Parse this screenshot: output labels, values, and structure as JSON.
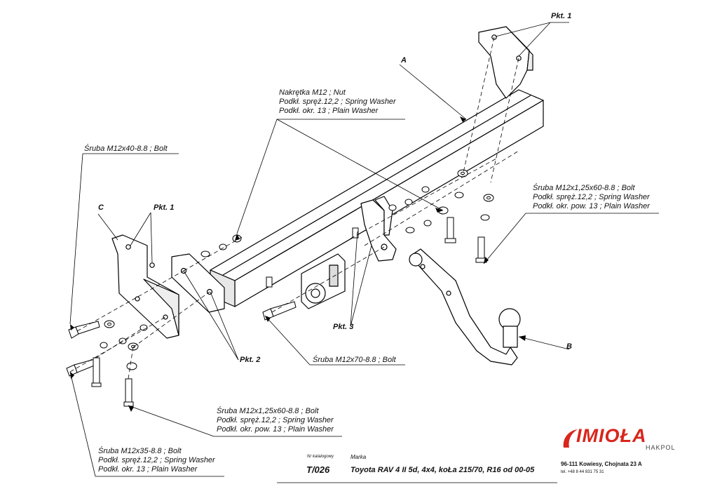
{
  "labels": {
    "pkt1_top": "Pkt. 1",
    "pkt1_left": "Pkt. 1",
    "pkt2": "Pkt. 2",
    "pkt3": "Pkt. 3",
    "A": "A",
    "B": "B",
    "C": "C"
  },
  "callouts": {
    "nut": [
      "Nakrętka  M12 ; Nut",
      "Podkł. spręż.12,2 ; Spring Washer",
      "Podkł. okr. 13 ; Plain Washer"
    ],
    "bolt40": [
      "Śruba M12x40-8.8 ;  Bolt"
    ],
    "bolt60_right": [
      "Śruba M12x1,25x60-8.8 ;  Bolt",
      "Podkł. spręż.12,2 ; Spring Washer",
      "Podkł. okr. pow. 13 ; Plain Washer"
    ],
    "bolt70": [
      "Śruba M12x70-8.8 ;  Bolt"
    ],
    "bolt60_bottom": [
      "Śruba M12x1,25x60-8.8 ;  Bolt",
      "Podkł. spręż.12,2 ; Spring Washer",
      "Podkł. okr. pow. 13 ; Plain Washer"
    ],
    "bolt35": [
      "Śruba M12x35-8.8 ;  Bolt",
      "Podkł. spręż.12,2 ; Spring Washer",
      "Podkł. okr. 13 ; Plain Washer"
    ]
  },
  "title_block": {
    "catalog_label": "Nr katalogowy",
    "catalog_no": "T/026",
    "make_label": "Marka",
    "make": "Toyota RAV 4 II 5d, 4x4, koŁa 215/70, R16    od  00-05"
  },
  "company": {
    "name": "IMIOŁA",
    "sub": "HAKPOL",
    "address": "96-111 Kowiesy, Chojnata 23 A",
    "phone": "tel. +48 8 44 831 75 31",
    "brand_color": "#d8261c"
  }
}
